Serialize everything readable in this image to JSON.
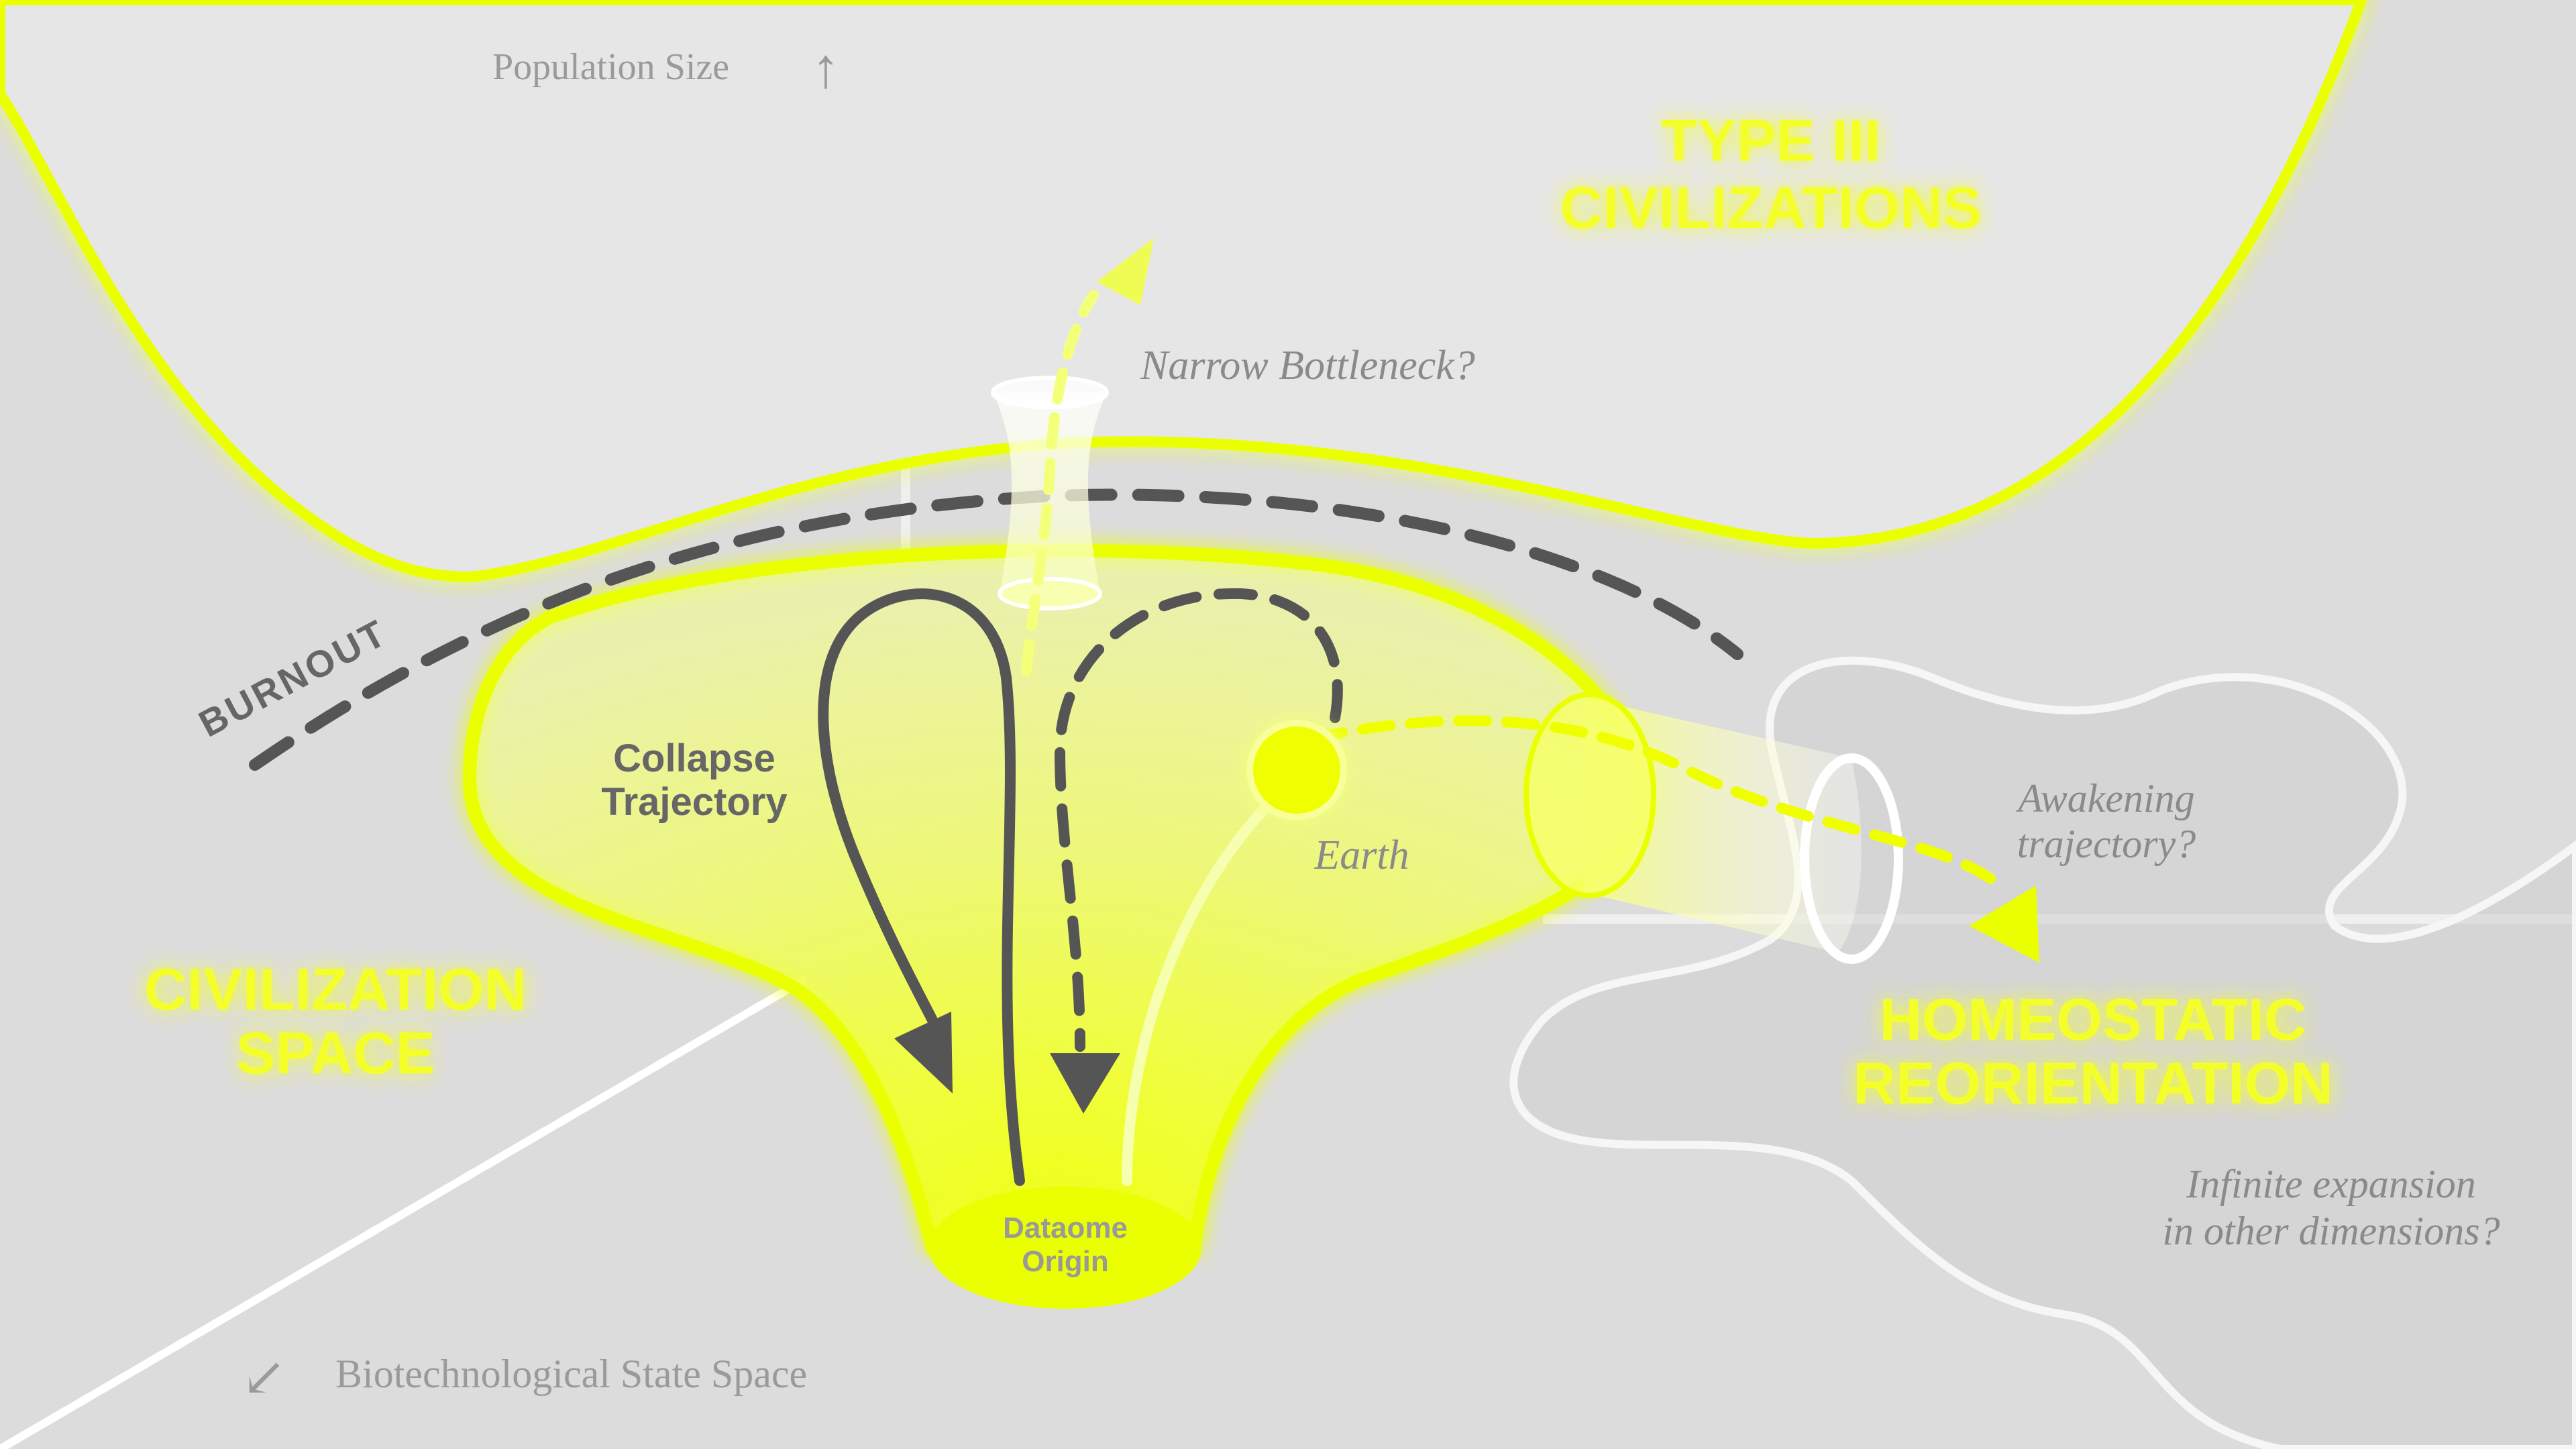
{
  "axes": {
    "population": "Population Size",
    "population_arrow": "↑",
    "state_space": "Biotechnological State Space",
    "state_space_arrow": "↙"
  },
  "regions": {
    "type3_line1": "TYPE III",
    "type3_line2": "CIVILIZATIONS",
    "civ_line1": "CIVILIZATION",
    "civ_line2": "SPACE",
    "homeo_line1": "HOMEOSTATIC",
    "homeo_line2": "REORIENTATION"
  },
  "labels": {
    "burnout": "BURNOUT",
    "bottleneck": "Narrow Bottleneck?",
    "collapse_line1": "Collapse",
    "collapse_line2": "Trajectory",
    "earth": "Earth",
    "awakening_line1": "Awakening",
    "awakening_line2": "trajectory?",
    "infinite_line1": "Infinite expansion",
    "infinite_line2": "in other dimensions?",
    "origin_line1": "Dataome",
    "origin_line2": "Origin"
  },
  "colors": {
    "accent": "#eeff00",
    "accent_text": "#f4ff2a",
    "dark": "#555555",
    "muted_text": "#8a8a8a",
    "background": "#dddddd"
  }
}
